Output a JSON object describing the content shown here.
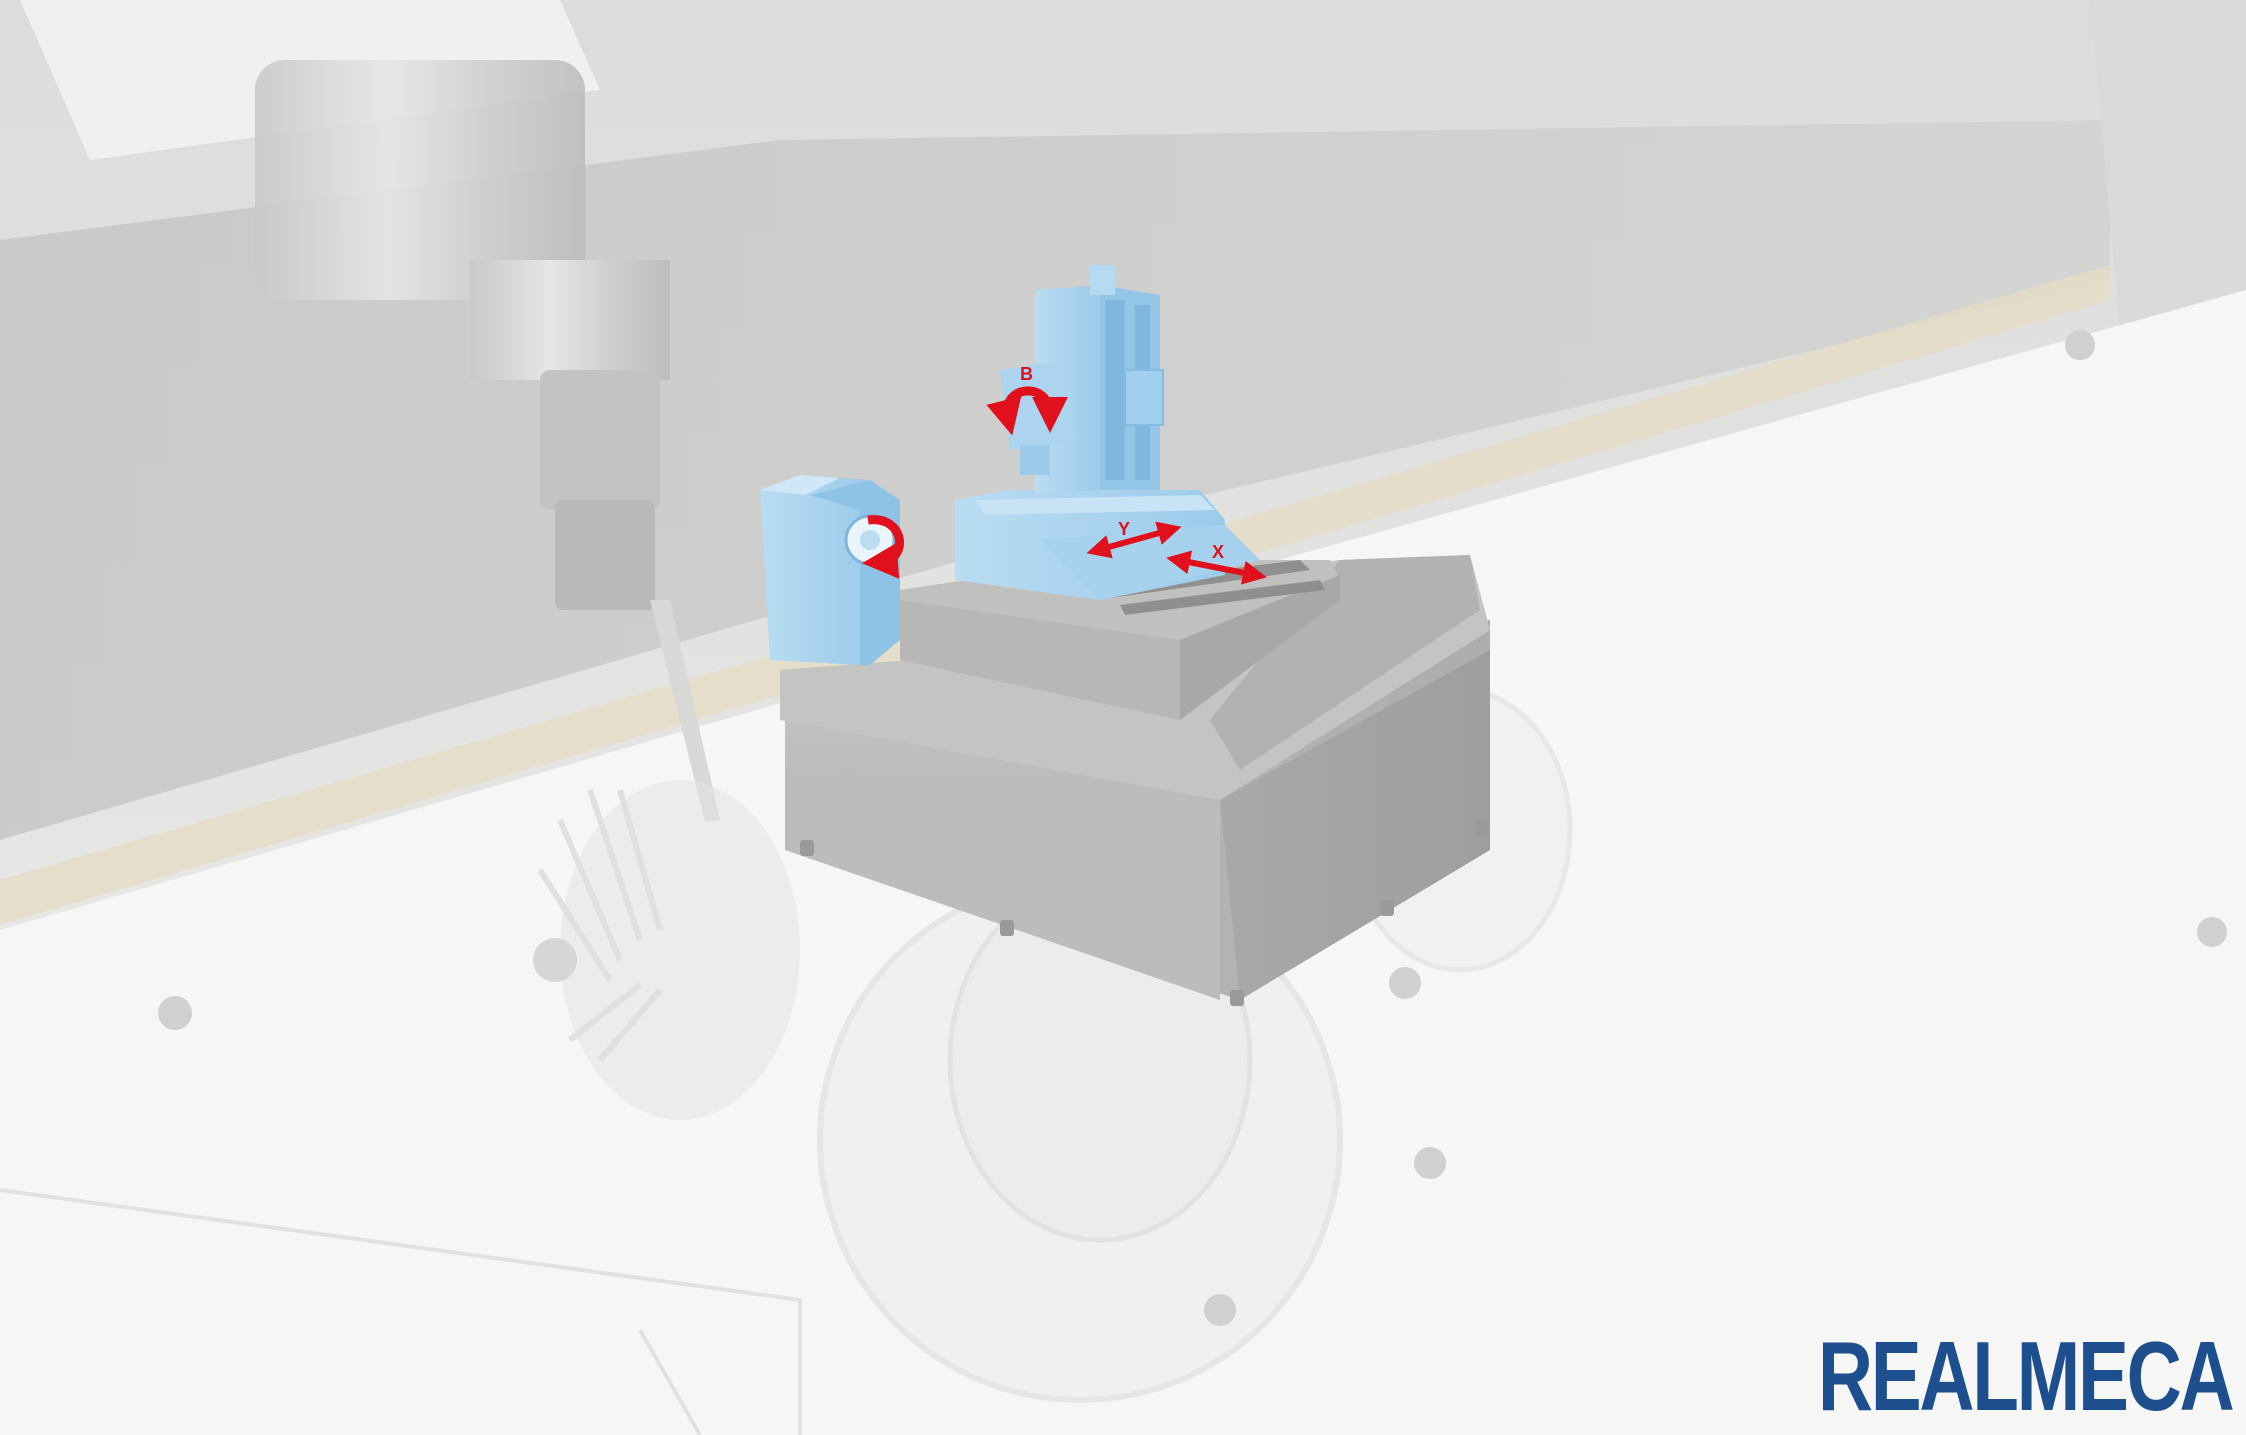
{
  "brand": {
    "name": "REALMECA",
    "color": "#1d4f8f"
  },
  "axes": {
    "b_label": "B",
    "y_label": "Y",
    "x_label": "X"
  },
  "colors": {
    "background": "#eeeeec",
    "machine_blue": "#a9d3ee",
    "granite_gray": "#b5b5b3",
    "arrow_red": "#e0111c"
  }
}
